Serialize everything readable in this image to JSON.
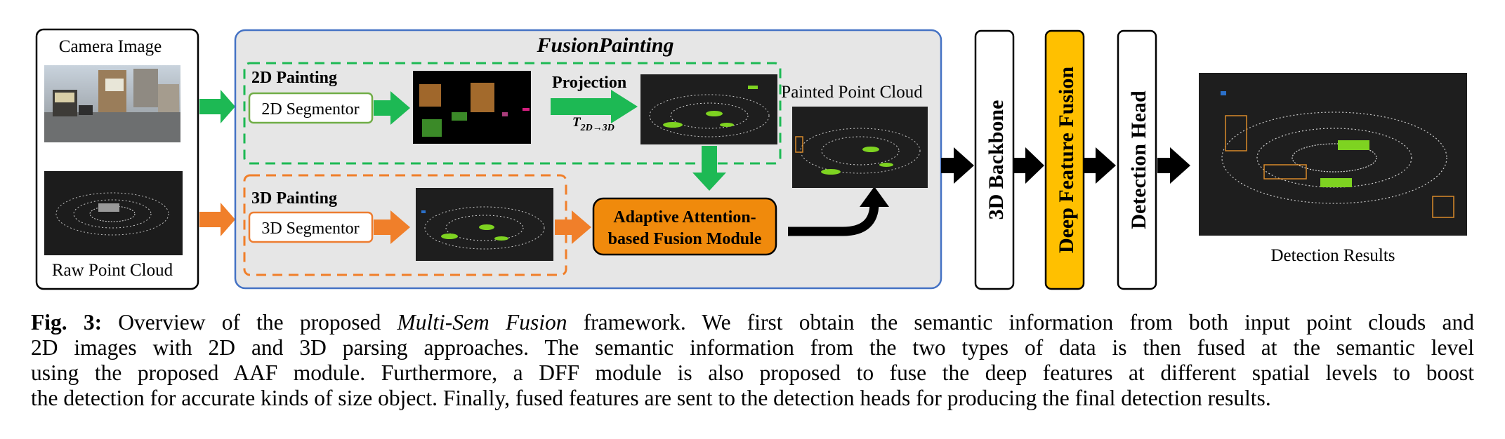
{
  "diagram": {
    "title": "FusionPainting",
    "input": {
      "camera_label": "Camera Image",
      "point_cloud_label": "Raw Point Cloud"
    },
    "painting_2d": {
      "title": "2D Painting",
      "segmentor": "2D Segmentor",
      "projection": "Projection",
      "transform": "T",
      "transform_sub": "2D→3D"
    },
    "painting_3d": {
      "title": "3D Painting",
      "segmentor": "3D Segmentor"
    },
    "fusion_module_line1": "Adaptive Attention-",
    "fusion_module_line2": "based Fusion Module",
    "painted_label": "Painted Point Cloud",
    "backbone": "3D Backbone",
    "deep_fusion": "Deep Feature Fusion",
    "detection_head": "Detection Head",
    "results_label": "Detection Results",
    "colors": {
      "green": "#1db954",
      "orange": "#f07f2a",
      "fusion_fill": "#f08a0c",
      "deep_fusion_fill": "#ffc000",
      "panel_fill": "#e6e6e6",
      "panel_border": "#4472c4"
    }
  },
  "caption": {
    "fig": "Fig. 3:",
    "l1a": " Overview of the proposed ",
    "l1i": "Multi-Sem Fusion",
    "l1b": " framework. We first obtain the semantic information from both input point clouds and",
    "l2": "2D images with 2D and 3D parsing approaches. The semantic information from the two types of data is then fused at the semantic level",
    "l3": "using the proposed AAF module. Furthermore, a DFF module is also proposed to fuse the deep features at different spatial levels to boost",
    "l4": "the detection for accurate kinds of size object. Finally, fused features are sent to the detection heads for producing the final detection results."
  }
}
